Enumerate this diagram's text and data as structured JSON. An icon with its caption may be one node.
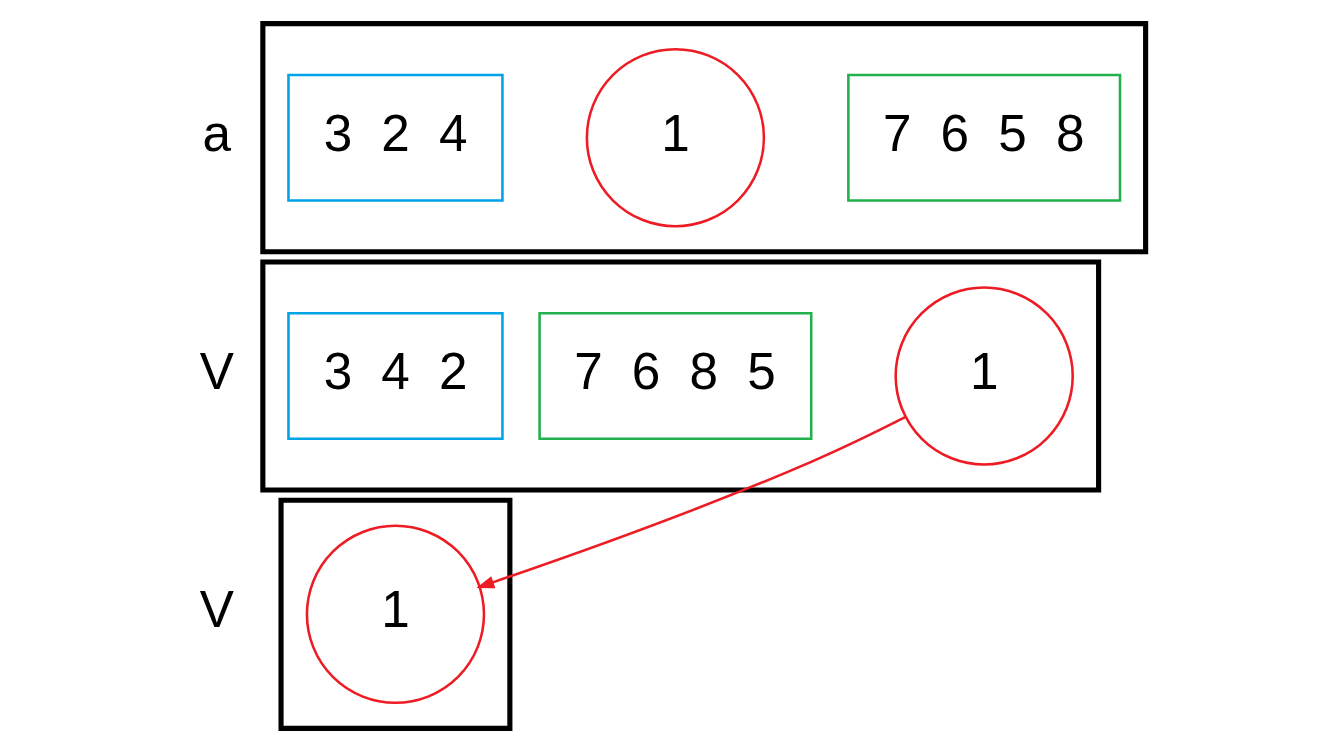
{
  "diagram": {
    "nodes": [
      {
        "text": [],
        "shape": "box"
      },
      {
        "text": [
          "3",
          "2",
          "4"
        ],
        "in": 0
      },
      {
        "text": [
          "1"
        ],
        "in": 0
      },
      {
        "text": [
          "7",
          "6",
          "5",
          "8"
        ],
        "in": 0
      },
      {
        "text": [],
        "shape": "box"
      },
      {
        "text": [
          "3",
          "4",
          "2"
        ],
        "in": 4
      },
      {
        "text": [
          "7",
          "6",
          "8",
          "5"
        ],
        "in": 4
      },
      {
        "text": [
          "1"
        ],
        "in": 4
      },
      {
        "text": [],
        "shape": "box"
      },
      {
        "text": [
          "1"
        ],
        "in": 8
      }
    ],
    "edges": [
      {
        "from": 7,
        "to": 9,
        "arrow": "to",
        "color": "#ed1c24"
      }
    ],
    "labels": [
      "a",
      "V",
      "V"
    ]
  }
}
